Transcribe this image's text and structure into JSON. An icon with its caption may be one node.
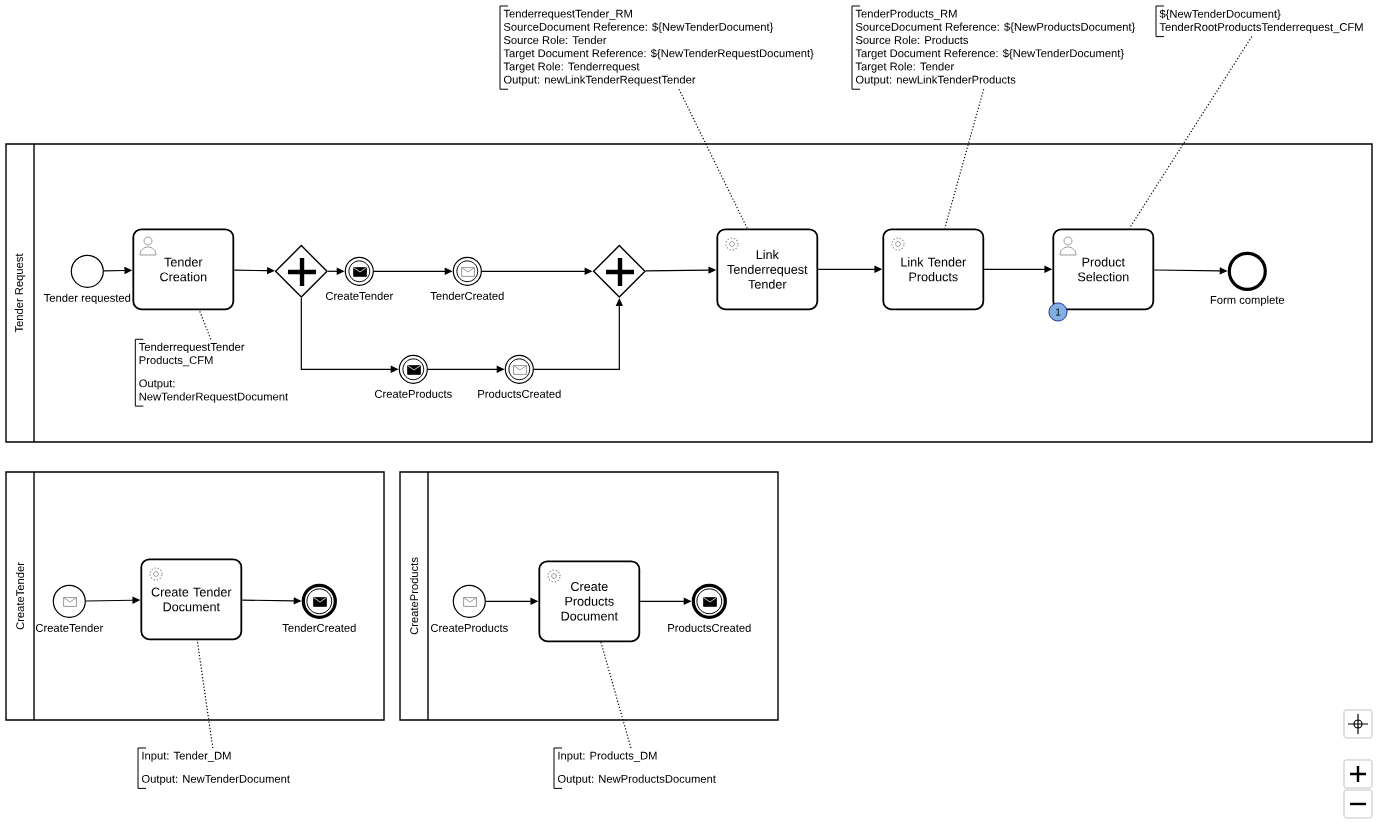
{
  "diagram": {
    "nodes": [
      {
        "text": [
          "Tender Request"
        ]
      },
      {
        "text": [
          "Tender requested"
        ],
        "in": 0
      },
      {
        "text": [
          "Tender Creation"
        ],
        "in": 0
      },
      {
        "text": [],
        "shape": "diamond",
        "in": 0
      },
      {
        "text": [
          "CreateTender"
        ],
        "in": 0
      },
      {
        "text": [
          "TenderCreated"
        ],
        "in": 0
      },
      {
        "text": [
          "CreateProducts"
        ],
        "in": 0
      },
      {
        "text": [
          "ProductsCreated"
        ],
        "in": 0
      },
      {
        "text": [],
        "shape": "diamond",
        "in": 0
      },
      {
        "text": [
          "Link Tenderrequest Tender"
        ],
        "in": 0
      },
      {
        "text": [
          "Link Tender Products"
        ],
        "in": 0
      },
      {
        "text": [
          "Product Selection"
        ],
        "in": 0,
        "beside": [
          "1"
        ]
      },
      {
        "text": [
          "Form complete"
        ],
        "in": 0
      },
      {
        "text": [
          "TenderrequestTender Products_CFM",
          "Output: NewTenderRequestDocument"
        ],
        "in": 0
      },
      {
        "text": [
          "TenderrequestTender_RM",
          "SourceDocument Reference: ${NewTenderDocument}",
          "Source Role: Tender",
          "Target Document Reference: ${NewTenderRequestDocument}",
          "Target Role: Tenderrequest",
          "Output: newLinkTenderRequestTender"
        ]
      },
      {
        "text": [
          "TenderProducts_RM",
          "SourceDocument Reference: ${NewProductsDocument}",
          "Source Role: Products",
          "Target Document Reference: ${NewTenderDocument}",
          "Target Role: Tender",
          "Output: newLinkTenderProducts"
        ]
      },
      {
        "text": [
          "${NewTenderDocument}",
          "TenderRootProductsTenderrequest_CFM"
        ]
      },
      {
        "text": [
          "CreateTender"
        ]
      },
      {
        "text": [
          "CreateTender"
        ],
        "in": 17
      },
      {
        "text": [
          "Create Tender Document"
        ],
        "in": 17
      },
      {
        "text": [
          "TenderCreated"
        ],
        "in": 17
      },
      {
        "text": [
          "Input: Tender_DM",
          "Output: NewTenderDocument"
        ]
      },
      {
        "text": [
          "CreateProducts"
        ]
      },
      {
        "text": [
          "CreateProducts"
        ],
        "in": 22
      },
      {
        "text": [
          "Create Products Document"
        ],
        "in": 22
      },
      {
        "text": [
          "ProductsCreated"
        ],
        "in": 22
      },
      {
        "text": [
          "Input: Products_DM",
          "Output: NewProductsDocument"
        ]
      }
    ],
    "edges": [
      {
        "from": 1,
        "to": 2,
        "arrow": "to"
      },
      {
        "from": 2,
        "to": 3,
        "arrow": "to"
      },
      {
        "from": 3,
        "to": 4,
        "arrow": "to"
      },
      {
        "from": 4,
        "to": 5,
        "arrow": "to"
      },
      {
        "from": 5,
        "to": 8,
        "arrow": "to"
      },
      {
        "from": 3,
        "to": 6,
        "arrow": "to"
      },
      {
        "from": 6,
        "to": 7,
        "arrow": "to"
      },
      {
        "from": 7,
        "to": 8,
        "arrow": "to"
      },
      {
        "from": 8,
        "to": 9,
        "arrow": "to"
      },
      {
        "from": 9,
        "to": 10,
        "arrow": "to"
      },
      {
        "from": 10,
        "to": 11,
        "arrow": "to"
      },
      {
        "from": 11,
        "to": 12,
        "arrow": "to"
      },
      {
        "from": 13,
        "to": 2,
        "arrow": "none",
        "style": "dashed"
      },
      {
        "from": 14,
        "to": 9,
        "arrow": "none",
        "style": "dashed"
      },
      {
        "from": 15,
        "to": 10,
        "arrow": "none",
        "style": "dashed"
      },
      {
        "from": 16,
        "to": 11,
        "arrow": "none",
        "style": "dashed"
      },
      {
        "from": 18,
        "to": 19,
        "arrow": "to"
      },
      {
        "from": 19,
        "to": 20,
        "arrow": "to"
      },
      {
        "from": 21,
        "to": 19,
        "arrow": "none",
        "style": "dashed"
      },
      {
        "from": 23,
        "to": 24,
        "arrow": "to"
      },
      {
        "from": 24,
        "to": 25,
        "arrow": "to"
      },
      {
        "from": 26,
        "to": 24,
        "arrow": "none",
        "style": "dashed"
      }
    ]
  }
}
